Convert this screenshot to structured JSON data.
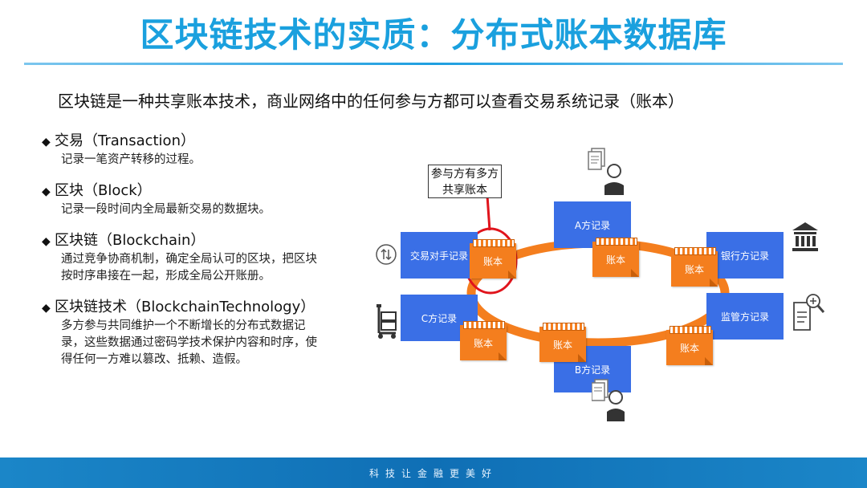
{
  "title": "区块链技术的实质：分布式账本数据库",
  "subtitle": "区块链是一种共享账本技术，商业网络中的任何参与方都可以查看交易系统记录（账本）",
  "bullets": [
    {
      "head": "交易（Transaction）",
      "desc": "记录一笔资产转移的过程。"
    },
    {
      "head": "区块（Block）",
      "desc": "记录一段时间内全局最新交易的数据块。"
    },
    {
      "head": "区块链（Blockchain）",
      "desc": "通过竞争协商机制，确定全局认可的区块，把区块按时序串接在一起，形成全局公开账册。"
    },
    {
      "head": "区块链技术（BlockchainTechnology）",
      "desc": "多方参与共同维护一个不断增长的分布式数据记录，这些数据通过密码学技术保护内容和时序，使得任何一方难以篡改、抵赖、造假。"
    }
  ],
  "diagram": {
    "callout": "参与方有多方共享账本",
    "parties": {
      "a": "A方记录",
      "b": "B方记录",
      "c": "C方记录",
      "counterparty": "交易对手记录",
      "bank": "银行方记录",
      "regulator": "监管方记录"
    },
    "ledger_label": "账本"
  },
  "footer": "科技让金融更美好",
  "colors": {
    "title": "#1aa0de",
    "party_box": "#3a6fe6",
    "ledger": "#f47e1e",
    "ring": "#f47e1e",
    "highlight": "#e0141c",
    "footer": "#0f6fb5"
  },
  "icons": [
    "exchange-icon",
    "person-document-icon",
    "bank-icon",
    "document-search-icon",
    "cart-icon"
  ]
}
